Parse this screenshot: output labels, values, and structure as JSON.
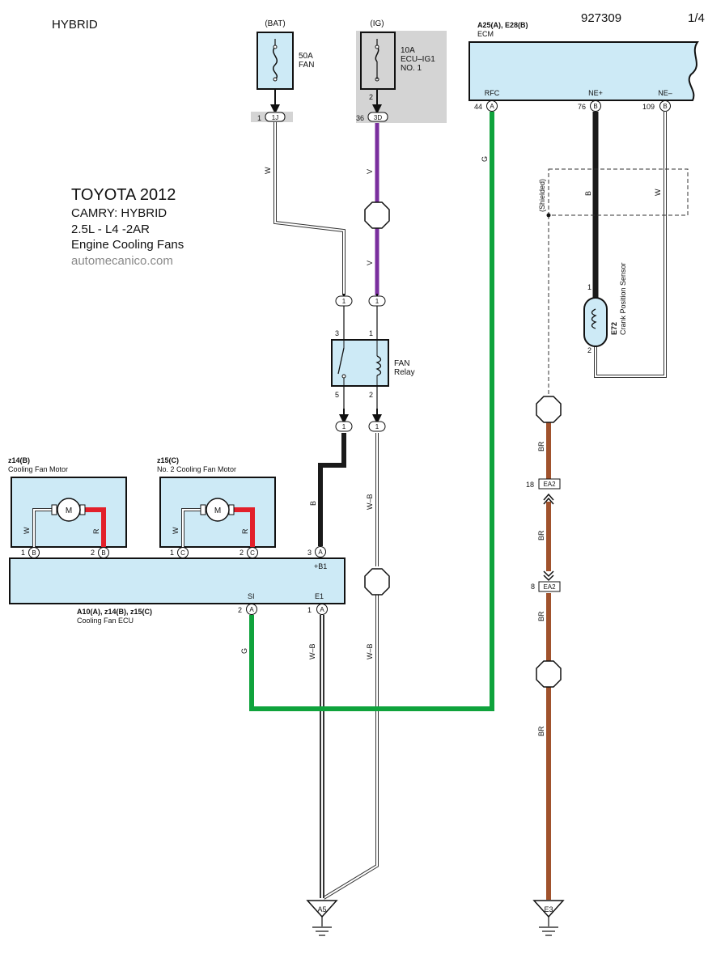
{
  "header": {
    "section": "HYBRID",
    "code": "927309",
    "page": "1/4"
  },
  "title": {
    "brand_year": "TOYOTA 2012",
    "model": "CAMRY: HYBRID",
    "engine": "2.5L - L4 -2AR",
    "system": "Engine Cooling Fans",
    "site": "automecanico.com"
  },
  "fuses": {
    "bat": {
      "source": "(BAT)",
      "rating": "50A",
      "name": "FAN",
      "pin": "1",
      "connector": "1J"
    },
    "ig": {
      "source": "(IG)",
      "rating": "10A",
      "name1": "ECU–IG1",
      "name2": "NO. 1",
      "pin_inner": "2",
      "pin": "36",
      "connector": "3D"
    }
  },
  "ecm": {
    "id": "A25(A), E28(B)",
    "name": "ECM",
    "pins": [
      {
        "label": "RFC",
        "num": "44",
        "conn": "A"
      },
      {
        "label": "NE+",
        "num": "76",
        "conn": "B"
      },
      {
        "label": "NE–",
        "num": "109",
        "conn": "B"
      }
    ]
  },
  "relay": {
    "name1": "FAN",
    "name2": "Relay",
    "pin3": "3",
    "pin1": "1",
    "pin5": "5",
    "pin2": "2",
    "joint": "1"
  },
  "sensor": {
    "id": "E72",
    "name": "Crank Position Sensor",
    "pin1": "1",
    "pin2": "2",
    "shield": "(Shielded)"
  },
  "motors": [
    {
      "id": "z14(B)",
      "name": "Cooling Fan Motor",
      "pin_w": "1",
      "pin_r": "2",
      "conn": "B",
      "symbol": "M"
    },
    {
      "id": "z15(C)",
      "name": "No.  2 Cooling Fan Motor",
      "pin_w": "1",
      "pin_r": "2",
      "conn": "C",
      "symbol": "M"
    }
  ],
  "fan_ecu": {
    "id": "A10(A), z14(B), z15(C)",
    "name": "Cooling Fan ECU",
    "b1_label": "+B1",
    "b1_num": "3",
    "b1_conn": "A",
    "si_label": "SI",
    "si_num": "2",
    "si_conn": "A",
    "e1_label": "E1",
    "e1_num": "1",
    "e1_conn": "A"
  },
  "connectors": {
    "ea2_top": {
      "num": "18",
      "name": "EA2"
    },
    "ea2_bot": {
      "num": "8",
      "name": "EA2"
    }
  },
  "grounds": {
    "a5": "A5",
    "e3": "E3"
  },
  "wires": {
    "w": "W",
    "v": "V",
    "g": "G",
    "b": "B",
    "r": "R",
    "wb": "W–B",
    "br": "BR"
  },
  "colors": {
    "box_fill": "#cdeaf6",
    "gray_fill": "#d4d4d4",
    "purple": "#7a2f9e",
    "green": "#0fa33c",
    "brown": "#a0522d",
    "red": "#e2202a",
    "black": "#1a1a1a"
  }
}
